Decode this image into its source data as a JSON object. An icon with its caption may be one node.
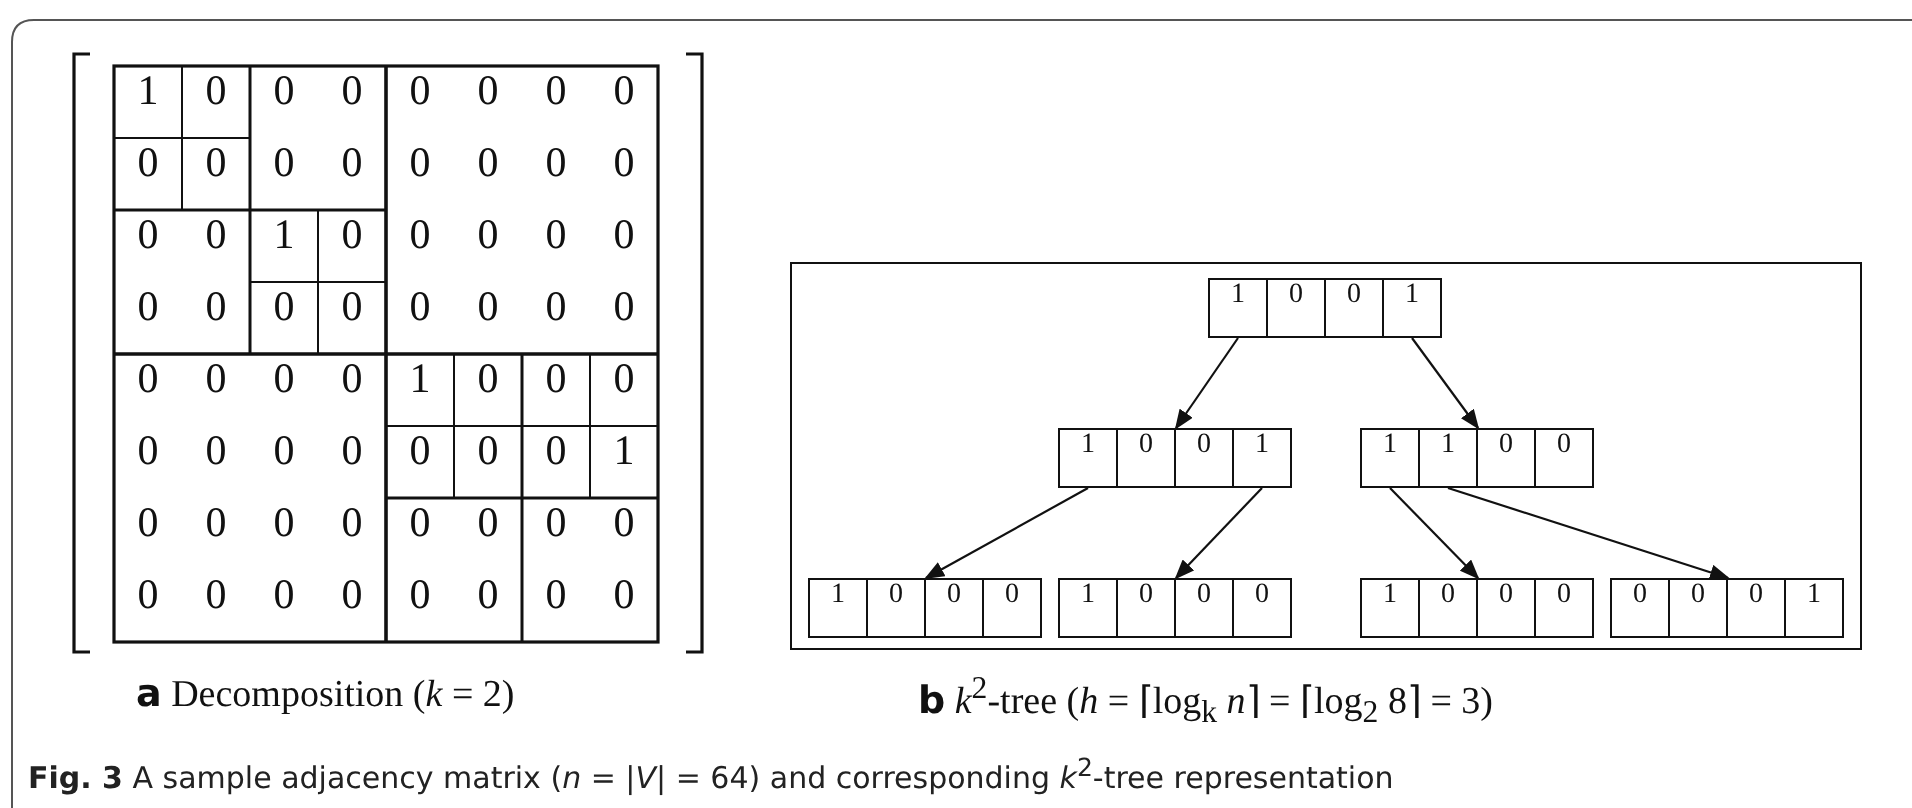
{
  "diagram": {
    "caption": "**Fig. 3** A sample adjacency matrix (*n* = |*V*| = 64) and corresponding *k*$^{2}$-tree representation",
    "nodes": [
      {
        "text": [],
        "shape": "box"
      },
      {
        "text": [
          "1",
          "0",
          "0",
          "1"
        ],
        "in": 0
      },
      {
        "text": [
          "1",
          "0",
          "0",
          "1"
        ],
        "in": 0
      },
      {
        "text": [
          "1",
          "1",
          "0",
          "0"
        ],
        "in": 0
      },
      {
        "text": [
          "1",
          "0",
          "0",
          "0"
        ],
        "in": 0
      },
      {
        "text": [
          "1",
          "0",
          "0",
          "0"
        ],
        "in": 0
      },
      {
        "text": [
          "1",
          "0",
          "0",
          "0"
        ],
        "in": 0
      },
      {
        "text": [
          "0",
          "0",
          "0",
          "1"
        ],
        "in": 0
      }
    ],
    "edges": [
      {
        "from": 1,
        "to": 2,
        "arrow": "to"
      },
      {
        "from": 1,
        "to": 3,
        "arrow": "to"
      },
      {
        "from": 2,
        "to": 4,
        "arrow": "to"
      },
      {
        "from": 2,
        "to": 5,
        "arrow": "to"
      },
      {
        "from": 3,
        "to": 6,
        "arrow": "to"
      },
      {
        "from": 3,
        "to": 7,
        "arrow": "to"
      }
    ],
    "labels": [
      "1",
      "0",
      "0",
      "0",
      "0",
      "0",
      "0",
      "0",
      "0",
      "0",
      "0",
      "0",
      "0",
      "0",
      "0",
      "0",
      "0",
      "0",
      "1",
      "0",
      "0",
      "0",
      "0",
      "0",
      "0",
      "0",
      "0",
      "0",
      "0",
      "0",
      "0",
      "0",
      "0",
      "0",
      "0",
      "0",
      "1",
      "0",
      "0",
      "0",
      "0",
      "0",
      "0",
      "0",
      "0",
      "0",
      "0",
      "1",
      "0",
      "0",
      "0",
      "0",
      "0",
      "0",
      "0",
      "0",
      "0",
      "0",
      "0",
      "0",
      "0",
      "0",
      "0",
      "0",
      "**a** Decomposition (*k* = 2)",
      "**b** *k*$^{2}$-tree (*h* = ⌈log$_{k}$ *n*⌉ = ⌈log$_{2}$ 8⌉ = 3)"
    ]
  }
}
